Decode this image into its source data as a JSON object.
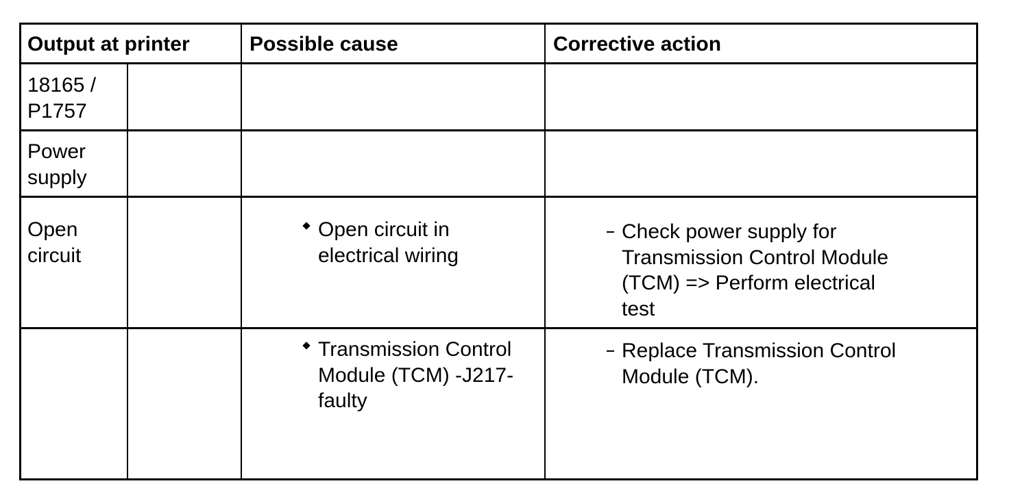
{
  "header": {
    "output": "Output at printer",
    "cause": "Possible cause",
    "action": "Corrective action"
  },
  "rows": [
    {
      "output_lines": [
        "18165 /",
        "P1757"
      ]
    },
    {
      "output_lines": [
        "Power",
        "supply"
      ]
    },
    {
      "output_lines": [
        "Open",
        "circuit"
      ],
      "cause_lines": [
        "Open circuit in",
        "electrical wiring"
      ],
      "action_lines": [
        "Check power supply for",
        "Transmission Control Module",
        "(TCM) => Perform electrical",
        "test"
      ]
    },
    {
      "cause_lines": [
        "Transmission Control",
        "Module (TCM) -J217-",
        "faulty"
      ],
      "action_lines": [
        "Replace Transmission Control",
        "Module (TCM)."
      ]
    }
  ],
  "icons": {
    "cause_bullet": "diamond-bullet-icon",
    "action_bullet": "dash-bullet-icon"
  }
}
